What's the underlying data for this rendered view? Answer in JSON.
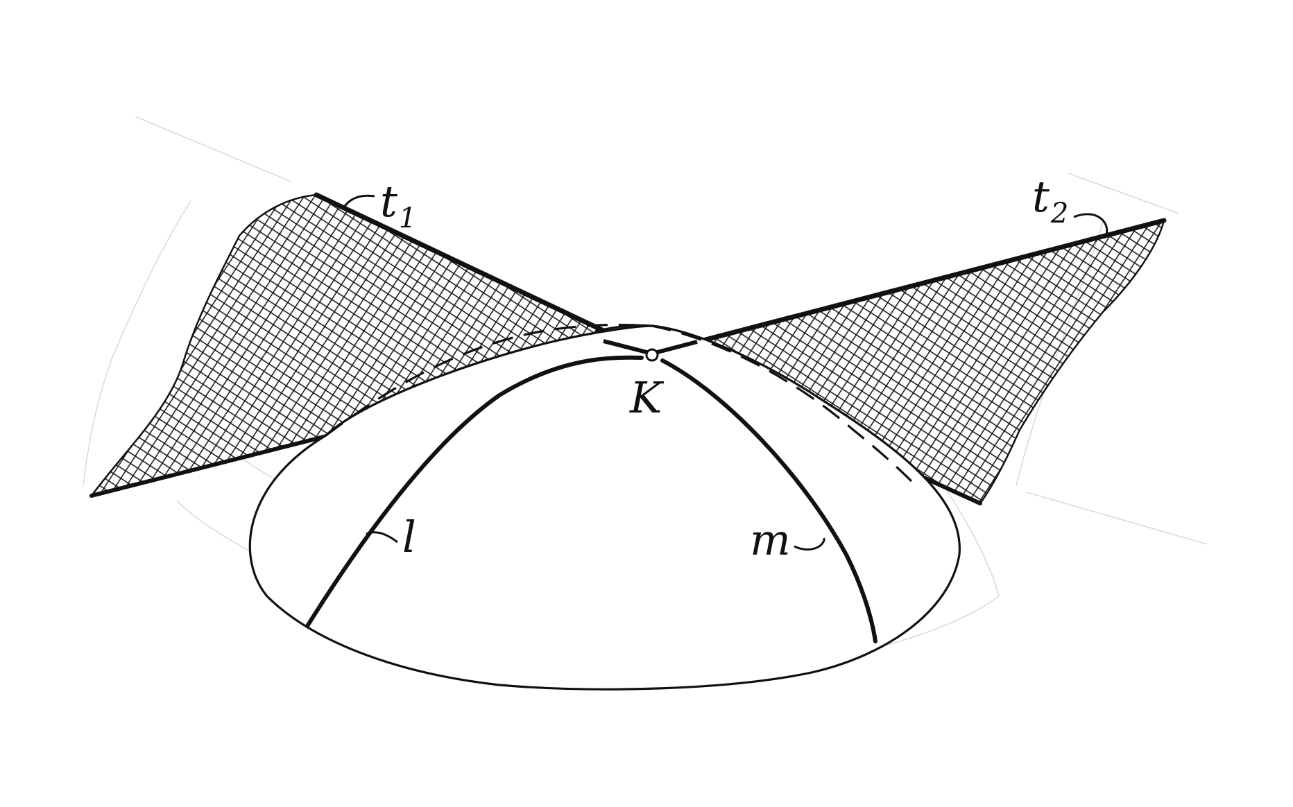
{
  "labels": {
    "t1": {
      "base": "t",
      "sub": "1"
    },
    "t2": {
      "base": "t",
      "sub": "2"
    },
    "point_k": "K",
    "curve_l": "l",
    "curve_m": "m"
  },
  "colors": {
    "background": "#ffffff",
    "ink": "#111111",
    "hatch": "#1a1a1a",
    "pencil": "#d0d0d0"
  }
}
